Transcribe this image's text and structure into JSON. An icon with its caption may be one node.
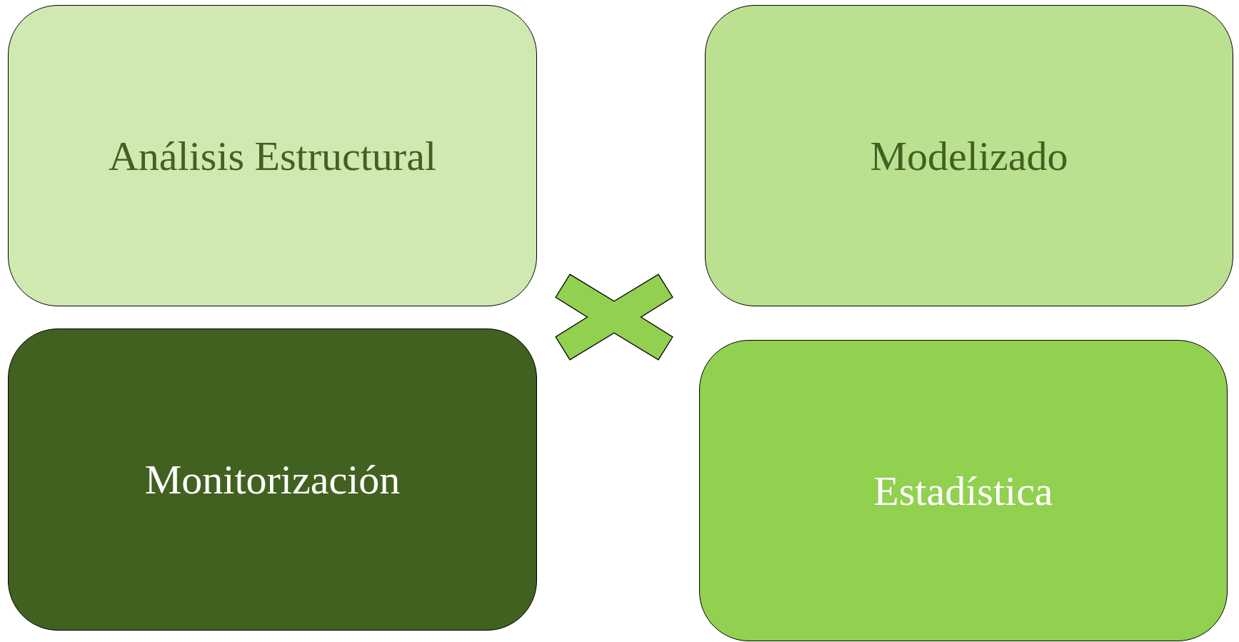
{
  "diagram": {
    "nodes": [
      {
        "text": [
          "Análisis Estructural"
        ]
      },
      {
        "text": [
          "Modelizado"
        ]
      },
      {
        "text": [],
        "shape": "cross"
      },
      {
        "text": [
          "Monitorización"
        ]
      },
      {
        "text": [
          "Estadística"
        ]
      }
    ]
  }
}
